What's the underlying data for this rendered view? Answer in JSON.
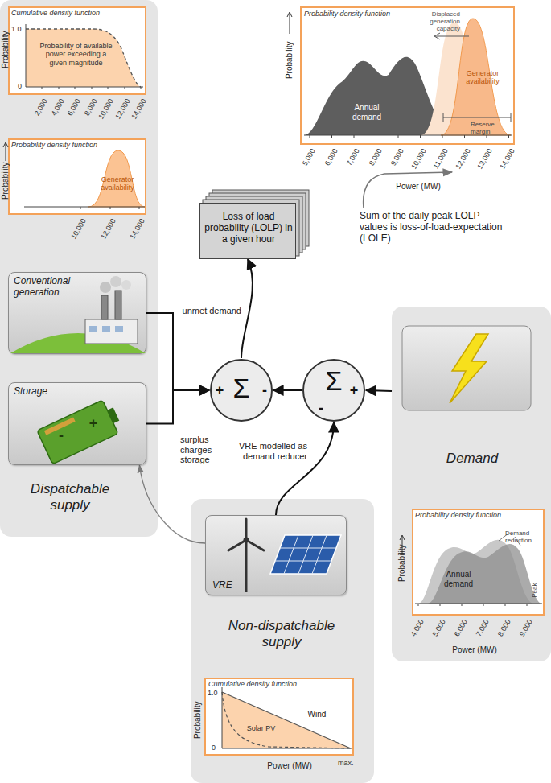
{
  "diagram": {
    "nodes": [
      {
        "text": [
          "Dispatchable supply"
        ]
      },
      {
        "text": [
          "Cumulative density function",
          "Probability",
          "1.0",
          "0",
          "Probability of available power exceeding a given magnitude",
          "2,000",
          "4,000",
          "6,000",
          "8,000",
          "10,000",
          "12,000",
          "14,000"
        ],
        "in": 0
      },
      {
        "text": [
          "Probability density function",
          "Probability",
          "Generator availability",
          "10,000",
          "12,000",
          "14,000"
        ],
        "in": 0
      },
      {
        "text": [
          "Conventional generation"
        ],
        "in": 0
      },
      {
        "text": [
          "Storage",
          "-",
          "+"
        ],
        "in": 0
      },
      {
        "text": [
          "Probability density function",
          "Displaced generation capacity",
          "Probability",
          "Annual demand",
          "Generator availability",
          "Reserve margin",
          "5,000",
          "6,000",
          "7,000",
          "8,000",
          "9,000",
          "10,000",
          "11,000",
          "12,000",
          "13,000",
          "14,000",
          "Power (MW)"
        ]
      },
      {
        "text": [
          "Loss of load probability (LOLP) in a given hour"
        ]
      },
      {
        "text": [
          "Σ",
          "+",
          "-"
        ]
      },
      {
        "text": [
          "Σ",
          "+",
          "-"
        ]
      },
      {
        "text": [
          "Demand"
        ]
      },
      {
        "text": [
          "Probability density function",
          "Probability",
          "Annual demand",
          "Demand reduction",
          "Peak",
          "4,000",
          "5,000",
          "6,000",
          "7,000",
          "8,000",
          "9,000",
          "Power (MW)"
        ],
        "in": 9
      },
      {
        "text": [
          "Non-dispatchable supply"
        ]
      },
      {
        "text": [
          "VRE"
        ],
        "in": 11
      },
      {
        "text": [
          "Cumulative density function",
          "Probability",
          "1.0",
          "0",
          "Wind",
          "Solar PV",
          "Power (MW)",
          "max."
        ],
        "in": 11
      }
    ],
    "edges": [
      {
        "from": 3,
        "to": 7,
        "arrow": "to"
      },
      {
        "from": 4,
        "to": 7,
        "arrow": "to"
      },
      {
        "from": 8,
        "to": 7,
        "arrow": "to"
      },
      {
        "from": 9,
        "to": 8,
        "arrow": "to"
      },
      {
        "from": 12,
        "to": 8,
        "arrow": "to",
        "label": "VRE modelled as demand reducer"
      },
      {
        "from": 7,
        "to": 6,
        "arrow": "to",
        "label": "unmet demand"
      },
      {
        "from": 12,
        "to": 4,
        "arrow": "to",
        "label": "surplus charges storage"
      }
    ],
    "labels": [
      "Sum of the daily peak LOLP values is loss-of-load-expectation (LOLE)"
    ]
  }
}
